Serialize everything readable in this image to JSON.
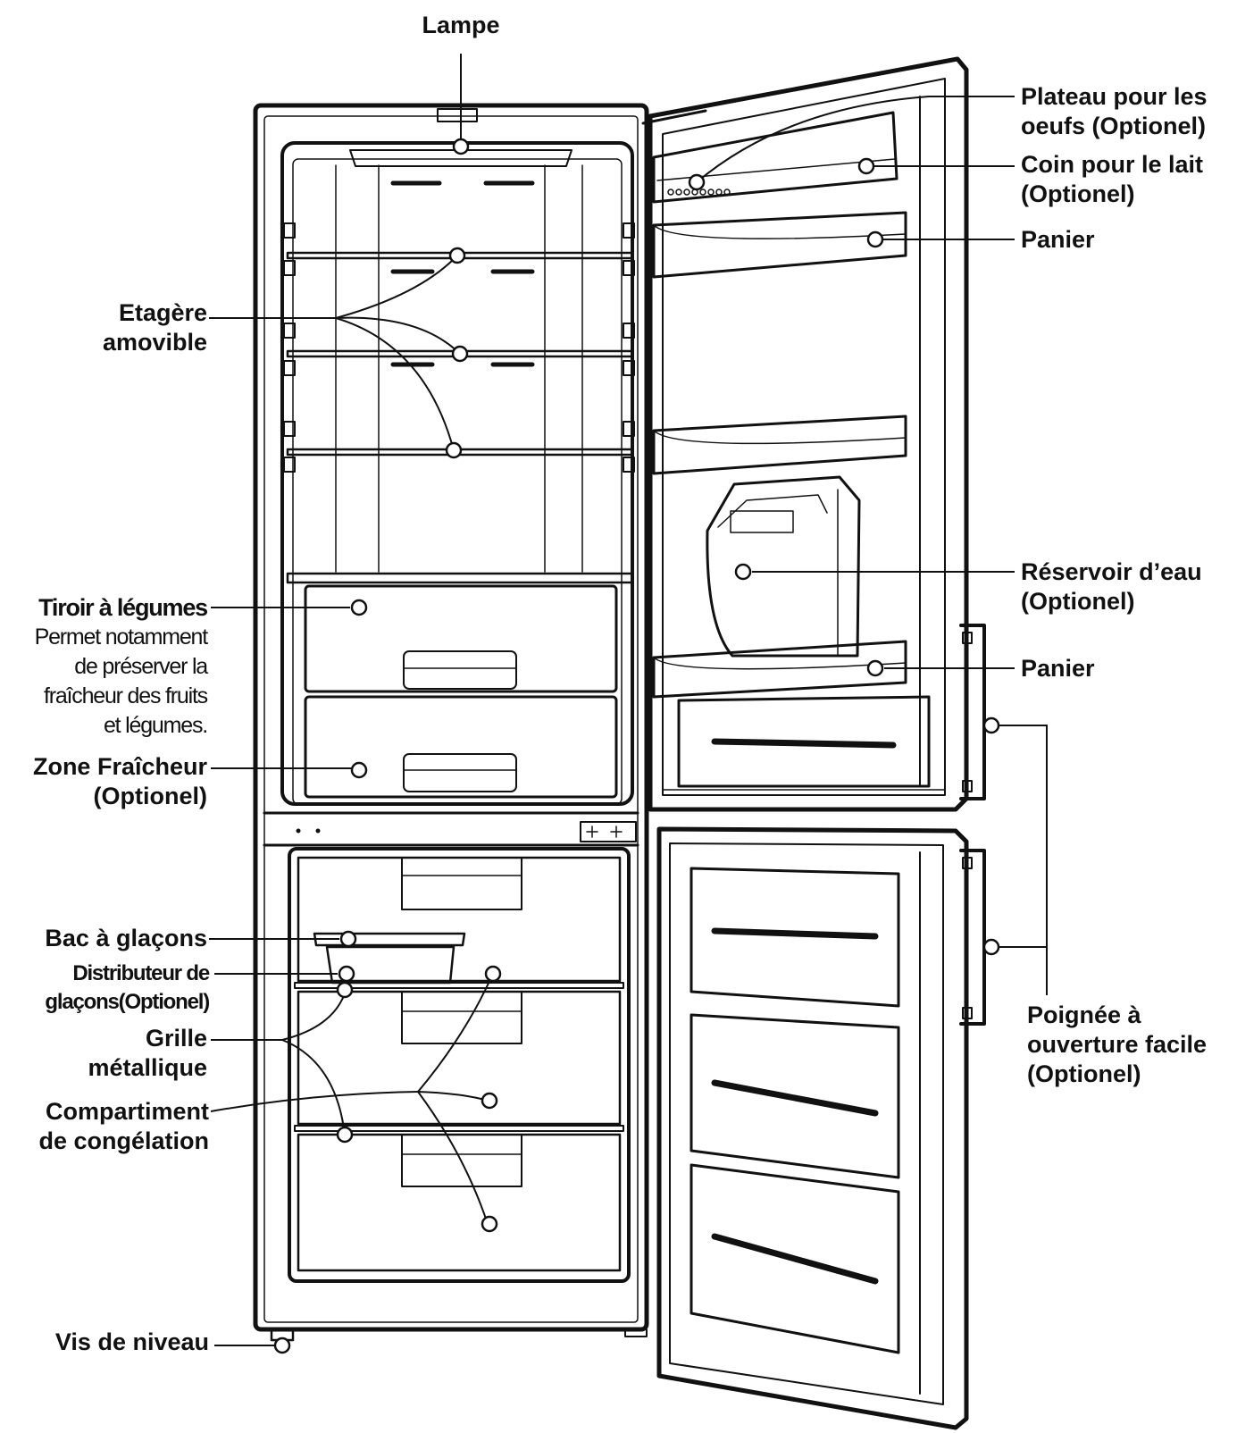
{
  "colors": {
    "ink": "#111111",
    "background": "#ffffff"
  },
  "labels": {
    "lampe": "Lampe",
    "plateau_oeufs": [
      "Plateau pour les",
      "oeufs (Optionel)"
    ],
    "coin_lait": [
      "Coin pour le lait",
      "(Optionel)"
    ],
    "panier_top": "Panier",
    "etagere": [
      "Etagère",
      "amovible"
    ],
    "tiroir_title": "Tiroir à légumes",
    "tiroir_desc": [
      "Permet notamment",
      "de préserver la",
      "fraîcheur des fruits",
      "et légumes."
    ],
    "reservoir": [
      "Réservoir d’eau",
      "(Optionel)"
    ],
    "panier_bottom": "Panier",
    "zone_fraicheur": [
      "Zone Fraîcheur",
      "(Optionel)"
    ],
    "bac_glacons": "Bac à glaçons",
    "distributeur": [
      "Distributeur de",
      "glaçons(Optionel)"
    ],
    "grille": [
      "Grille",
      "métallique"
    ],
    "poignee": [
      "Poignée à",
      "ouverture facile",
      "(Optionel)"
    ],
    "compartiment": [
      "Compartiment",
      "de congélation"
    ],
    "vis_niveau": "Vis de niveau"
  }
}
